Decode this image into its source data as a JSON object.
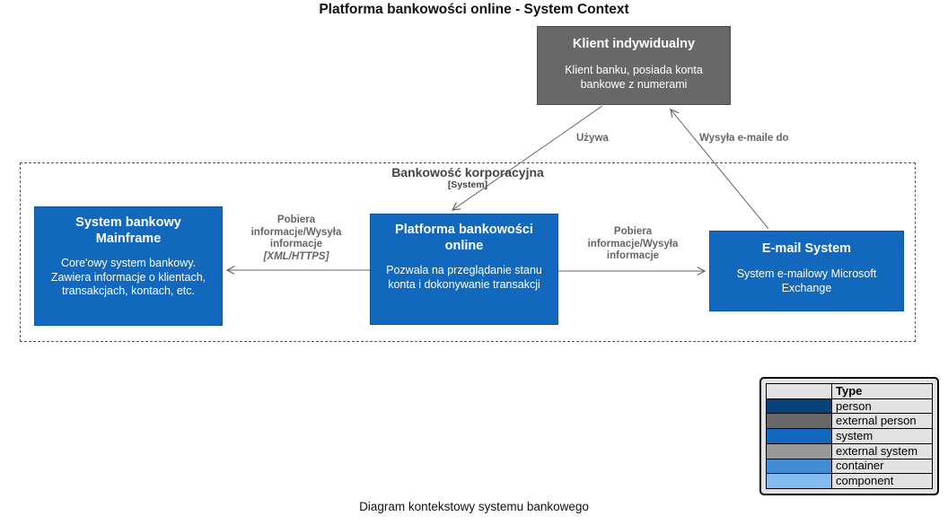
{
  "title": "Platforma bankowości online - System Context",
  "caption": "Diagram kontekstowy systemu bankowego",
  "colors": {
    "system_fill": "#1168bd",
    "system_border": "#0b559c",
    "external_person_fill": "#686868",
    "external_person_border": "#4d4d4d",
    "arrow": "#666666"
  },
  "boundary": {
    "title": "Bankowość korporacyjna",
    "subtitle": "[System]"
  },
  "nodes": {
    "customer": {
      "title": "Klient indywidualny",
      "description": "Klient banku, posiada konta bankowe z numerami"
    },
    "mainframe": {
      "title": "System bankowy Mainframe",
      "description": "Core'owy system bankowy. Zawiera informacje o klientach, transakcjach, kontach, etc."
    },
    "platform": {
      "title": "Platforma bankowości online",
      "description": "Pozwala na przeglądanie stanu konta i dokonywanie transakcji"
    },
    "email": {
      "title": "E-mail System",
      "description": "System e-mailowy Microsoft Exchange"
    }
  },
  "relationships": {
    "uses": {
      "label": "Używa"
    },
    "sends_email": {
      "label": "Wysyła e-maile do"
    },
    "mainframe_link": {
      "lines": [
        "Pobiera",
        "informacje/Wysyła",
        "informacje"
      ],
      "technology": "[XML/HTTPS]"
    },
    "email_link": {
      "lines": [
        "Pobiera",
        "informacje/Wysyła",
        "informacje"
      ]
    }
  },
  "legend": {
    "header": "Type",
    "rows": [
      {
        "label": "person",
        "color": "#08427b"
      },
      {
        "label": "external person",
        "color": "#686868"
      },
      {
        "label": "system",
        "color": "#1168bd"
      },
      {
        "label": "external system",
        "color": "#999999"
      },
      {
        "label": "container",
        "color": "#438dd5"
      },
      {
        "label": "component",
        "color": "#85bbf0"
      }
    ]
  }
}
